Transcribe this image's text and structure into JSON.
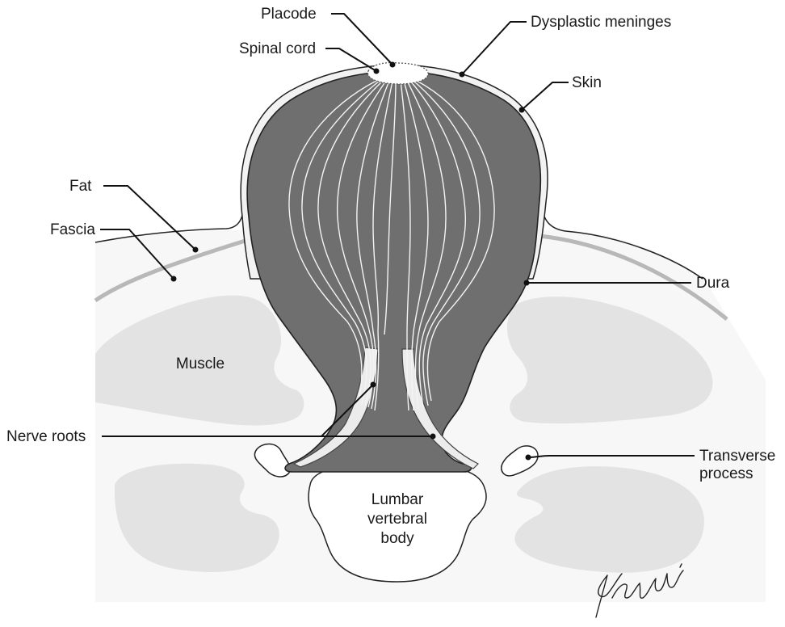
{
  "labels": {
    "placode": "Placode",
    "spinal_cord": "Spinal cord",
    "dysplastic_meninges": "Dysplastic meninges",
    "skin": "Skin",
    "fat": "Fat",
    "fascia": "Fascia",
    "dura": "Dura",
    "muscle": "Muscle",
    "nerve_roots": "Nerve roots",
    "transverse_process_line1": "Transverse",
    "transverse_process_line2": "process",
    "vertebral_body_line1": "Lumbar",
    "vertebral_body_line2": "vertebral",
    "vertebral_body_line3": "body"
  },
  "signature": "Kryski",
  "colors": {
    "sac_fill": "#6f6f6f",
    "muscle_fill": "#e3e3e3",
    "tissue_fill": "#f7f7f7",
    "bone_fill": "#ffffff",
    "outline": "#222222"
  }
}
